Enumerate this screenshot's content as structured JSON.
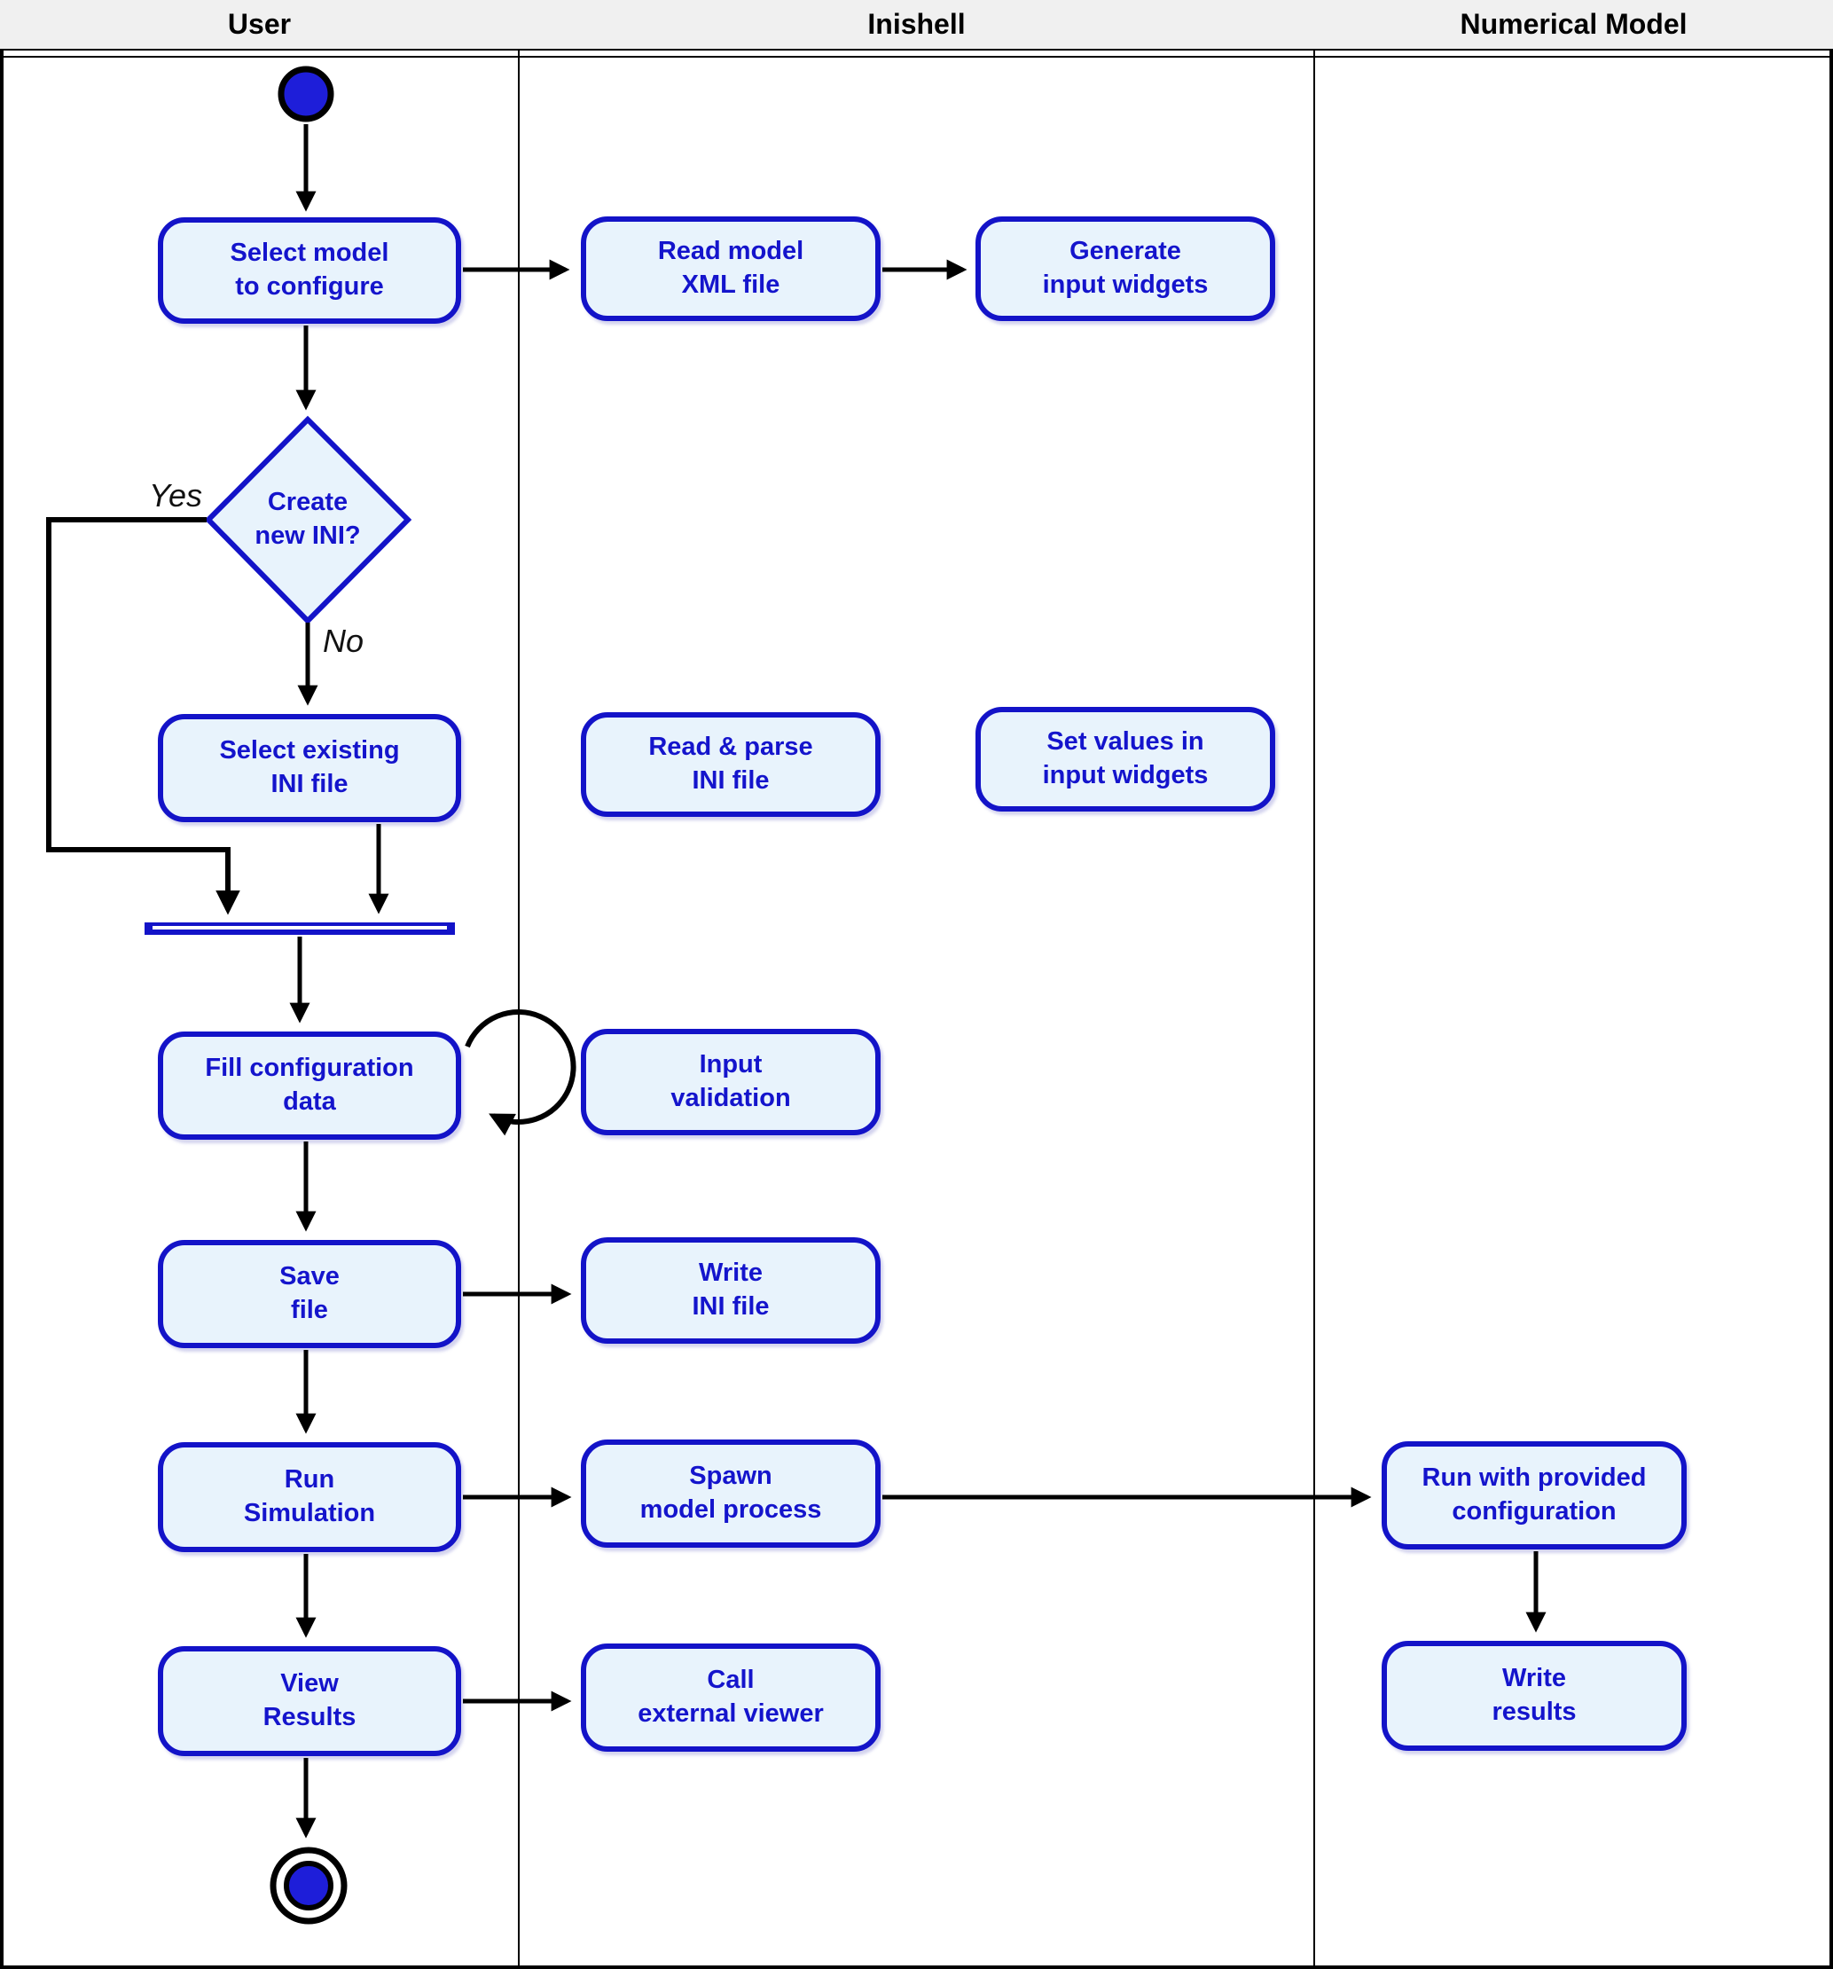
{
  "diagram": {
    "lanes": [
      {
        "label": "User"
      },
      {
        "label": "Inishell"
      },
      {
        "label": "Numerical Model"
      }
    ],
    "edge_labels": {
      "yes": "Yes",
      "no": "No"
    },
    "nodes": {
      "select_model": {
        "label": "Select model\nto configure",
        "lane": "User"
      },
      "read_model_xml": {
        "label": "Read model\nXML file",
        "lane": "Inishell"
      },
      "generate_widgets": {
        "label": "Generate\ninput widgets",
        "lane": "Inishell"
      },
      "create_new_ini": {
        "label": "Create\nnew INI?",
        "lane": "User",
        "shape": "decision"
      },
      "select_existing_ini": {
        "label": "Select existing\nINI file",
        "lane": "User"
      },
      "read_parse_ini": {
        "label": "Read & parse\nINI file",
        "lane": "Inishell"
      },
      "set_values": {
        "label": "Set values in\ninput widgets",
        "lane": "Inishell"
      },
      "fill_config": {
        "label": "Fill configuration\ndata",
        "lane": "User"
      },
      "input_validation": {
        "label": "Input\nvalidation",
        "lane": "Inishell"
      },
      "save_file": {
        "label": "Save\nfile",
        "lane": "User"
      },
      "write_ini": {
        "label": "Write\nINI file",
        "lane": "Inishell"
      },
      "run_simulation": {
        "label": "Run\nSimulation",
        "lane": "User"
      },
      "spawn_process": {
        "label": "Spawn\nmodel process",
        "lane": "Inishell"
      },
      "run_with_config": {
        "label": "Run  with provided\nconfiguration",
        "lane": "Numerical Model"
      },
      "view_results": {
        "label": "View\nResults",
        "lane": "User"
      },
      "call_viewer": {
        "label": "Call\nexternal viewer",
        "lane": "Inishell"
      },
      "write_results": {
        "label": "Write\nresults",
        "lane": "Numerical Model"
      }
    },
    "colors": {
      "node_border": "#1313c8",
      "node_fill": "#e8f3fc",
      "node_text": "#1414cc",
      "start_end_fill": "#1e1ed9",
      "header_bg": "#f0f0f0",
      "arrow": "#000000",
      "lane_line": "#000000"
    }
  }
}
